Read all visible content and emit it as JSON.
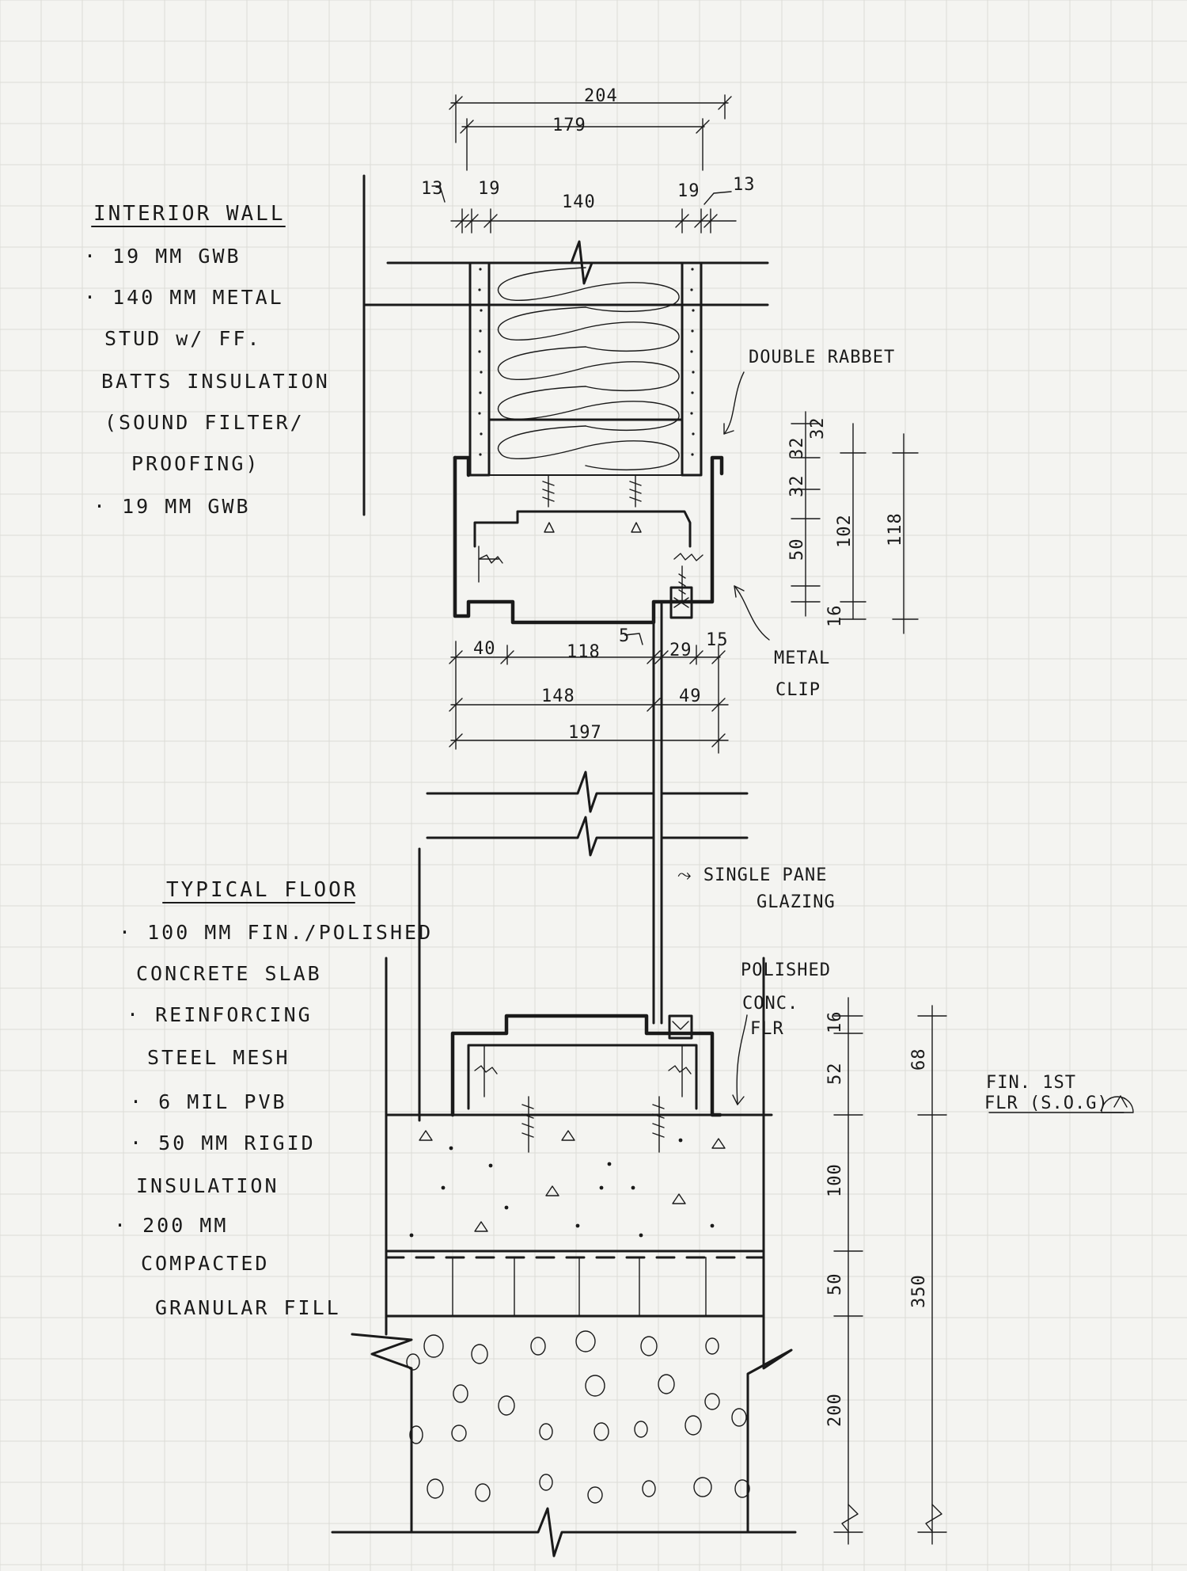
{
  "interior_wall": {
    "title": "INTERIOR WALL",
    "items": [
      "· 19 MM   GWB",
      "· 140 MM METAL",
      "STUD w/ FF.",
      "BATTS INSULATION",
      "(SOUND FILTER/",
      "PROOFING)",
      "· 19 MM   GWB"
    ]
  },
  "typical_floor": {
    "title": "TYPICAL FLOOR",
    "items": [
      "· 100 MM FIN./POLISHED",
      "CONCRETE SLAB",
      "· REINFORCING",
      "STEEL MESH",
      "· 6 MIL  PVB",
      "· 50  MM RIGID",
      "INSULATION",
      "· 200  MM",
      "COMPACTED",
      "GRANULAR FILL"
    ]
  },
  "labels": {
    "double_rabbet": "DOUBLE RABBET",
    "metal_clip_1": "METAL",
    "metal_clip_2": "CLIP",
    "glazing_1": "⤳ SINGLE PANE",
    "glazing_2": "GLAZING",
    "polished_1": "POLISHED",
    "polished_2": "CONC.",
    "polished_3": "FLR",
    "fin_flr_1": "FIN. 1ST",
    "fin_flr_2": "FLR (S.O.G)"
  },
  "dims": {
    "d204": "204",
    "d179": "179",
    "d13a": "13",
    "d19a": "19",
    "d140": "140",
    "d19b": "19",
    "d13b": "13",
    "d32a": "32",
    "d32b": "32",
    "d32c": "32",
    "d50": "50",
    "d16a": "16",
    "d102": "102",
    "d118v": "118",
    "d40": "40",
    "d118": "118",
    "d5": "5",
    "d29": "29",
    "d15": "15",
    "d148": "148",
    "d49": "49",
    "d197": "197",
    "d16b": "16",
    "d52": "52",
    "d68": "68",
    "d100": "100",
    "d50b": "50",
    "d200": "200",
    "d350": "350"
  }
}
